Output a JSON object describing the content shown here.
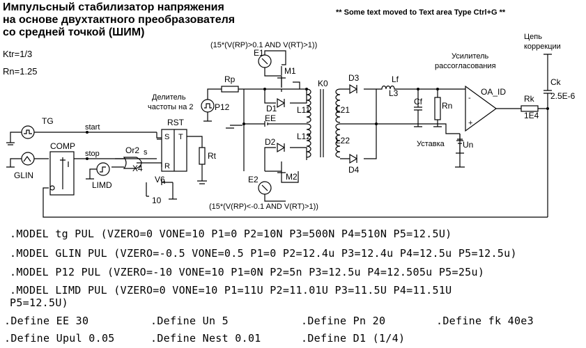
{
  "title_lines": [
    "Импульсный стабилизатор напряжения",
    "на основе двухтактного преобразователя",
    "со средней точкой (ШИМ)"
  ],
  "note": "** Some text moved to Text area Type Ctrl+G **",
  "params": {
    "ktr": "Ktr=1/3",
    "rn": "Rn=1.25"
  },
  "components": {
    "e1_expr": "(15*(V(RP)>0.1 AND V(RT)>1))",
    "e2_expr": "(15*(V(RP)<-0.1 AND V(RT)>1))",
    "e1": "E1",
    "e2": "E2",
    "m1": "M1",
    "m2": "M2",
    "d1": "D1",
    "d2": "D2",
    "d3": "D3",
    "d4": "D4",
    "rp": "Rp",
    "p12": "P12",
    "divider_line1": "Делитель",
    "divider_line2": "частоты на 2",
    "tg": "TG",
    "glin": "GLIN",
    "comp": "COMP",
    "start": "start",
    "stop": "stop",
    "rst": "RST",
    "s": "S",
    "t": "T",
    "r": "R",
    "rt": "Rt",
    "or2": "Or2",
    "or2_s": "s",
    "x4": "X4",
    "limd": "LIMD",
    "v6": "V6",
    "v6_val": "10",
    "ee": "EE",
    "k0": "K0",
    "l11": "L11",
    "l12": "L12",
    "l21": "L21",
    "l22": "L22",
    "lf": "Lf",
    "l3": "L3",
    "cf": "Cf",
    "rn": "Rn",
    "un": "Un",
    "ustavka": "Уставка",
    "amp_line1": "Усилитель",
    "amp_line2": "рассогласования",
    "oa": "OA_ID",
    "corr_line1": "Цепь",
    "corr_line2": "коррекции",
    "ck": "Ck",
    "ck_val": "2.5E-6",
    "rk": "Rk",
    "rk_val": "1E4"
  },
  "model_lines": [
    ".MODEL tg PUL (VZERO=0 VONE=10 P1=0 P2=10N P3=500N P4=510N P5=12.5U)",
    ".MODEL GLIN PUL (VZERO=-0.5 VONE=0.5 P1=0 P2=12.4u P3=12.4u P4=12.5u P5=12.5u)",
    ".MODEL P12 PUL (VZERO=-10 VONE=10 P1=0N P2=5n P3=12.5u P4=12.505u P5=25u)",
    ".MODEL LIMD PUL (VZERO=0 VONE=10 P1=11U P2=11.01U P3=11.5U P4=11.51U",
    "P5=12.5U)"
  ],
  "defines": [
    ".Define EE 30",
    ".Define Un 5",
    ".Define Pn 20",
    ".Define fk 40e3",
    ".Define Upul 0.05",
    ".Define Nest 0.01",
    ".Define D1 (1/4)"
  ]
}
